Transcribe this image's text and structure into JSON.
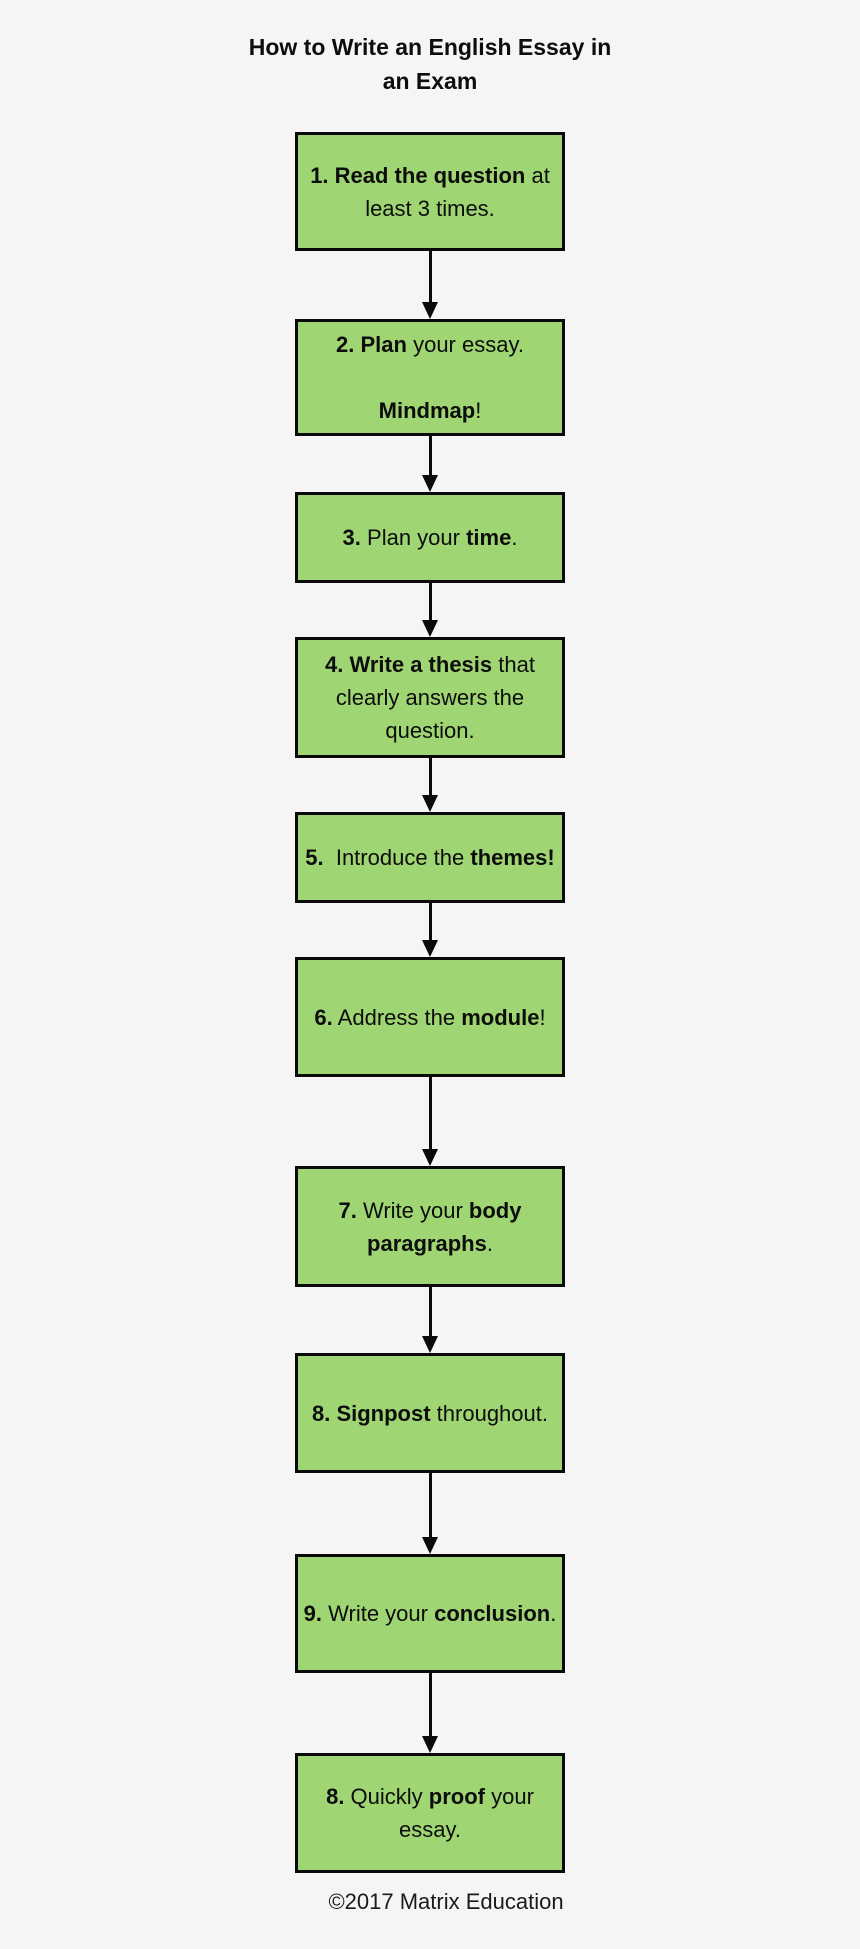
{
  "diagram": {
    "title": "How to Write an English Essay in\nan Exam",
    "footer": "©2017 Matrix Education",
    "colors": {
      "background": "#f5f5f5",
      "box_fill": "#9fd572",
      "box_border": "#0a0a0a",
      "arrow": "#0a0a0a",
      "text": "#0d0d0d"
    },
    "steps": [
      {
        "id": "step-1",
        "lines": [
          [
            {
              "text": "1. Read the question",
              "bold": true
            },
            {
              "text": " at",
              "bold": false
            }
          ],
          [
            {
              "text": "least 3 times.",
              "bold": false
            }
          ]
        ]
      },
      {
        "id": "step-2",
        "lines": [
          [
            {
              "text": "2. Plan",
              "bold": true
            },
            {
              "text": " your essay.",
              "bold": false
            }
          ],
          [],
          [
            {
              "text": "Mindmap",
              "bold": true
            },
            {
              "text": "!",
              "bold": false
            }
          ]
        ]
      },
      {
        "id": "step-3",
        "lines": [
          [
            {
              "text": "3.",
              "bold": true
            },
            {
              "text": " Plan your ",
              "bold": false
            },
            {
              "text": "time",
              "bold": true
            },
            {
              "text": ".",
              "bold": false
            }
          ]
        ]
      },
      {
        "id": "step-4",
        "lines": [
          [
            {
              "text": "4. Write a thesis",
              "bold": true
            },
            {
              "text": " that",
              "bold": false
            }
          ],
          [
            {
              "text": "clearly answers the",
              "bold": false
            }
          ],
          [
            {
              "text": "question.",
              "bold": false
            }
          ]
        ]
      },
      {
        "id": "step-5",
        "lines": [
          [
            {
              "text": "5.",
              "bold": true
            },
            {
              "text": "  Introduce the ",
              "bold": false
            },
            {
              "text": "themes!",
              "bold": true
            }
          ]
        ]
      },
      {
        "id": "step-6",
        "lines": [
          [
            {
              "text": "6.",
              "bold": true
            },
            {
              "text": " Address the ",
              "bold": false
            },
            {
              "text": "module",
              "bold": true
            },
            {
              "text": "!",
              "bold": false
            }
          ]
        ]
      },
      {
        "id": "step-7",
        "lines": [
          [
            {
              "text": "7.",
              "bold": true
            },
            {
              "text": " Write your ",
              "bold": false
            },
            {
              "text": "body",
              "bold": true
            }
          ],
          [
            {
              "text": "paragraphs",
              "bold": true
            },
            {
              "text": ".",
              "bold": false
            }
          ]
        ]
      },
      {
        "id": "step-8",
        "lines": [
          [
            {
              "text": "8. Signpost",
              "bold": true
            },
            {
              "text": " throughout.",
              "bold": false
            }
          ]
        ]
      },
      {
        "id": "step-9",
        "lines": [
          [
            {
              "text": "9.",
              "bold": true
            },
            {
              "text": " Write your ",
              "bold": false
            },
            {
              "text": "conclusion",
              "bold": true
            },
            {
              "text": ".",
              "bold": false
            }
          ]
        ]
      },
      {
        "id": "step-10",
        "lines": [
          [
            {
              "text": "8.",
              "bold": true
            },
            {
              "text": " Quickly ",
              "bold": false
            },
            {
              "text": "proof",
              "bold": true
            },
            {
              "text": " your",
              "bold": false
            }
          ],
          [
            {
              "text": "essay.",
              "bold": false
            }
          ]
        ]
      }
    ]
  }
}
